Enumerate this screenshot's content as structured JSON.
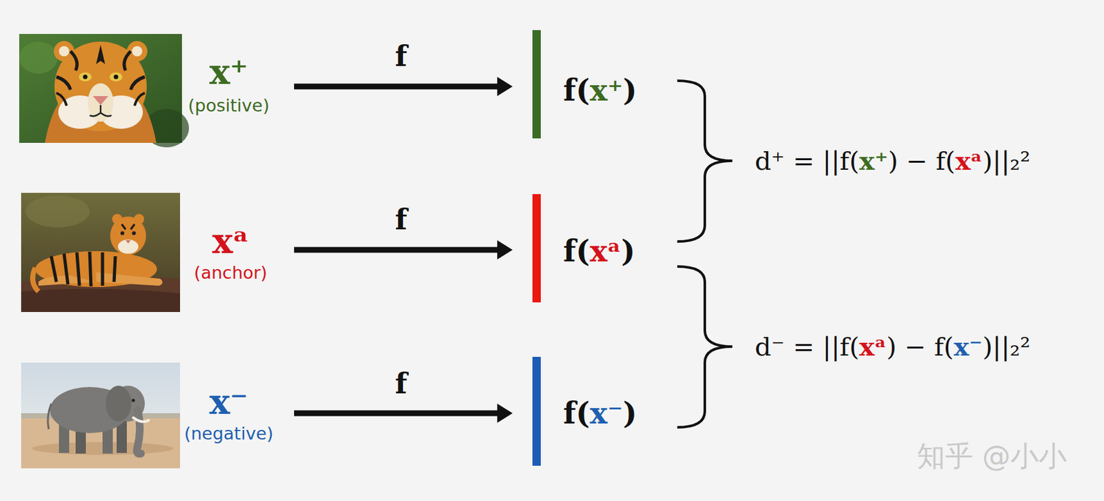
{
  "diagram": {
    "labels": [
      "x⁺",
      "(positive)",
      "f",
      "f(",
      "x⁺",
      ")",
      "d⁺ = ||f(",
      "x⁺",
      ") − f(",
      "xᵃ",
      ")||₂²",
      "xᵃ",
      "(anchor)",
      "f",
      "f(",
      "xᵃ",
      ")",
      "x⁻",
      "(negative)",
      "f",
      "f(",
      "x⁻",
      ")",
      "d⁻ = ||f(",
      "xᵃ",
      ") − f(",
      "x⁻",
      ")||₂²",
      "知乎 @小小"
    ]
  }
}
